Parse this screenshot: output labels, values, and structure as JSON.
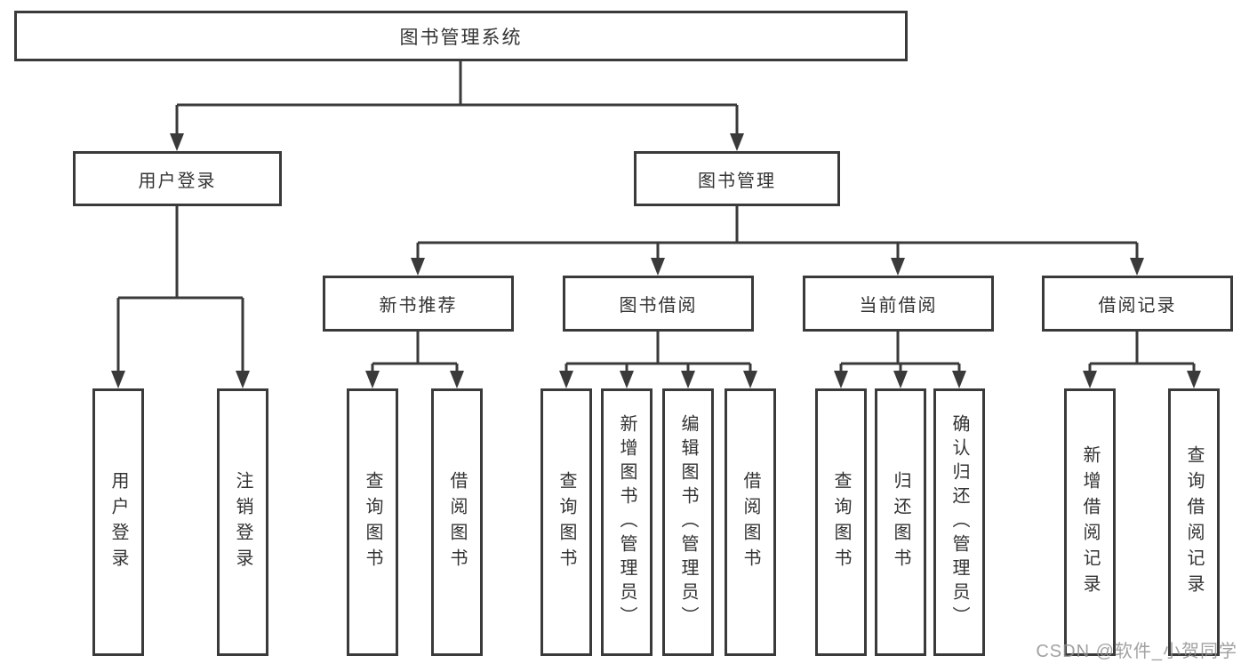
{
  "diagram": {
    "title": "图书管理系统",
    "tree": {
      "label": "图书管理系统",
      "children": [
        {
          "label": "用户登录",
          "children": [
            {
              "label": "用户登录"
            },
            {
              "label": "注销登录"
            }
          ]
        },
        {
          "label": "图书管理",
          "children": [
            {
              "label": "新书推荐",
              "children": [
                {
                  "label": "查询图书"
                },
                {
                  "label": "借阅图书"
                }
              ]
            },
            {
              "label": "图书借阅",
              "children": [
                {
                  "label": "查询图书"
                },
                {
                  "label": "新增图书（管理员）"
                },
                {
                  "label": "编辑图书（管理员）"
                },
                {
                  "label": "借阅图书"
                }
              ]
            },
            {
              "label": "当前借阅",
              "children": [
                {
                  "label": "查询图书"
                },
                {
                  "label": "归还图书"
                },
                {
                  "label": "确认归还（管理员）"
                }
              ]
            },
            {
              "label": "借阅记录",
              "children": [
                {
                  "label": "新增借阅记录"
                },
                {
                  "label": "查询借阅记录"
                }
              ]
            }
          ]
        }
      ]
    },
    "watermark": "CSDN @软件_小贺同学",
    "colors": {
      "line": "#3a3a3a",
      "text": "#333333",
      "watermark": "#919191",
      "background": "#ffffff"
    }
  }
}
